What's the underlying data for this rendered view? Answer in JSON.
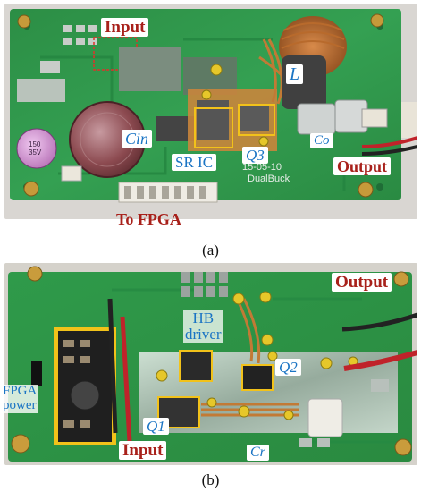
{
  "figure": {
    "panel_a": {
      "caption": "(a)",
      "labels": {
        "input": "Input",
        "output": "Output",
        "to_fpga": "To FPGA",
        "sr_ic": "SR IC",
        "cin": "Cin",
        "q3": "Q3",
        "l": "L",
        "co": "Co"
      },
      "silkscreen": {
        "date": "15-05-10",
        "board_name": "DualBuck",
        "cap_text": "150\n35V"
      }
    },
    "panel_b": {
      "caption": "(b)",
      "labels": {
        "output": "Output",
        "input": "Input",
        "hb_driver_line1": "HB",
        "hb_driver_line2": "driver",
        "fpga_power_line1": "FPGA",
        "fpga_power_line2": "power",
        "q1": "Q1",
        "q2": "Q2",
        "cr": "Cr"
      }
    },
    "colors": {
      "pcb_green": "#2f9a4a",
      "label_red": "#a8201a",
      "label_blue": "#1a74c4",
      "highlight_yellow": "#f2c21a",
      "highlight_red_dashed": "#e0312a"
    }
  }
}
